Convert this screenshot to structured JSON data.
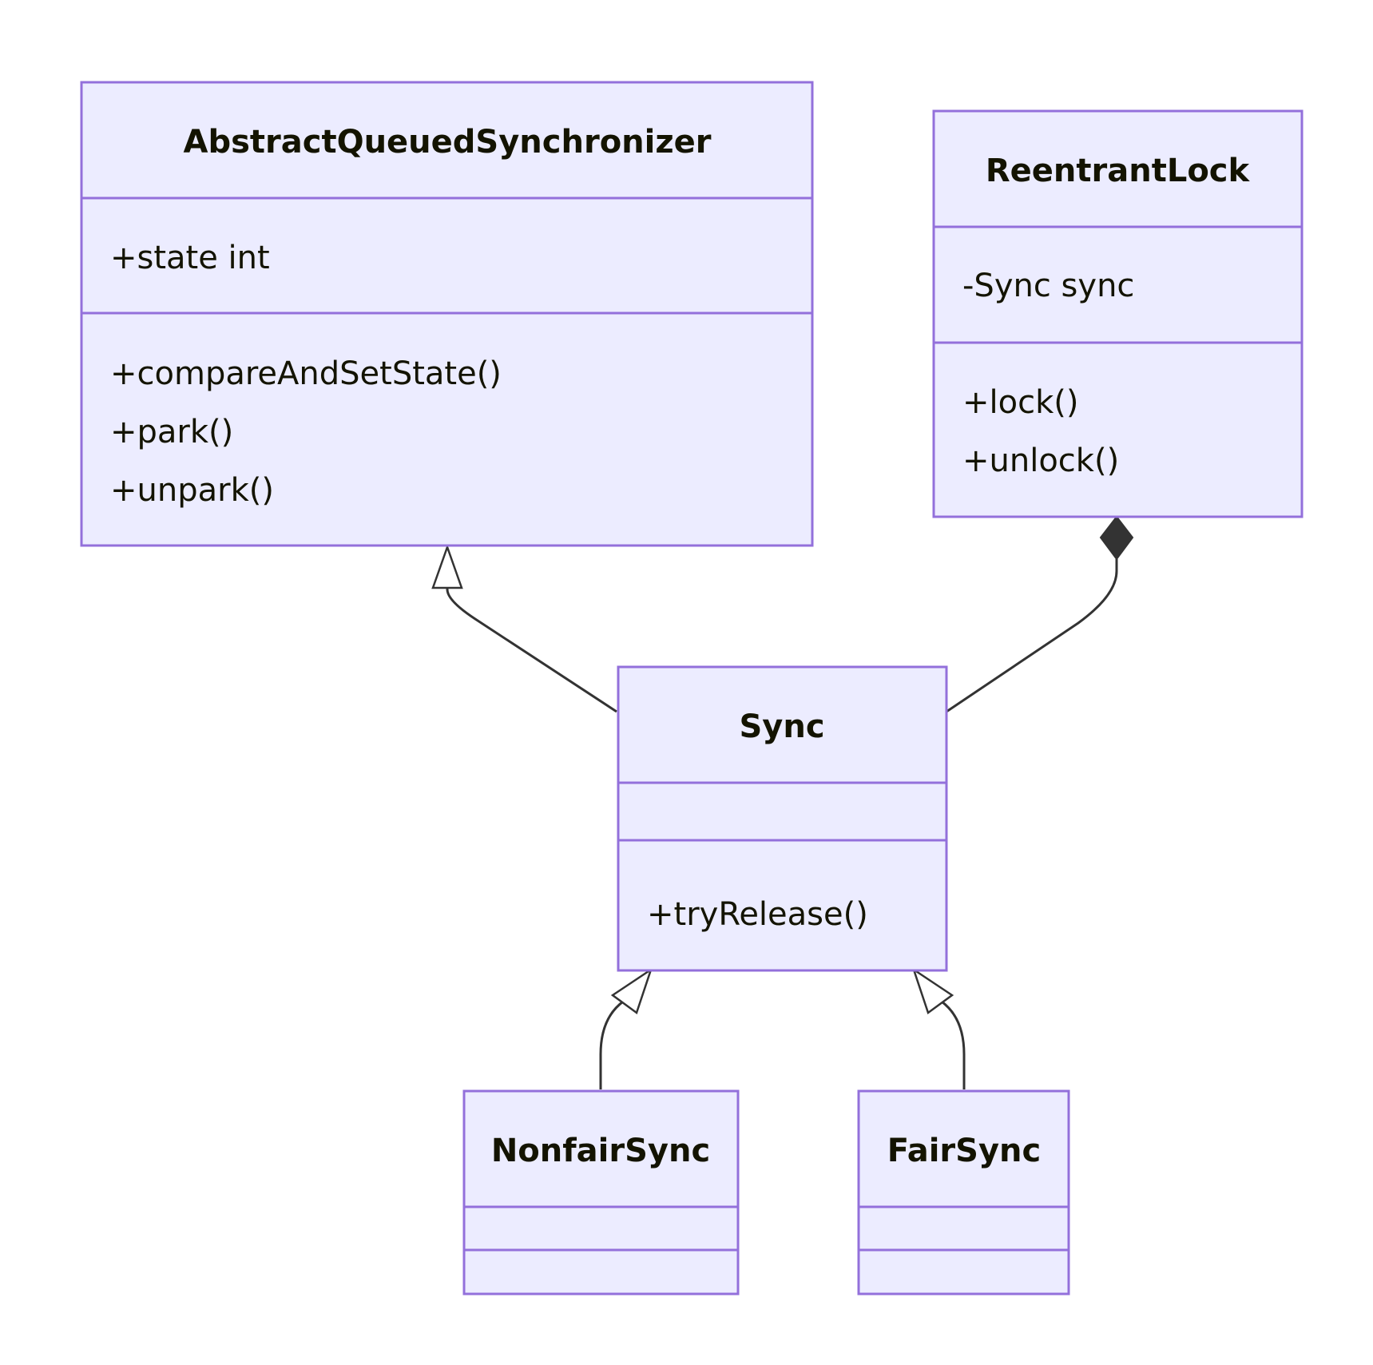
{
  "classes": {
    "aqs": {
      "name": "AbstractQueuedSynchronizer",
      "attributes": [
        "+state int"
      ],
      "methods": [
        "+compareAndSetState()",
        "+park()",
        "+unpark()"
      ]
    },
    "reentrant_lock": {
      "name": "ReentrantLock",
      "attributes": [
        "-Sync sync"
      ],
      "methods": [
        "+lock()",
        "+unlock()"
      ]
    },
    "sync": {
      "name": "Sync",
      "attributes": [],
      "methods": [
        "+tryRelease()"
      ]
    },
    "nonfair_sync": {
      "name": "NonfairSync",
      "attributes": [],
      "methods": []
    },
    "fair_sync": {
      "name": "FairSync",
      "attributes": [],
      "methods": []
    }
  },
  "relationships": [
    {
      "from": "sync",
      "to": "aqs",
      "type": "inheritance"
    },
    {
      "from": "sync",
      "to": "reentrant_lock",
      "type": "composition"
    },
    {
      "from": "nonfair_sync",
      "to": "sync",
      "type": "inheritance"
    },
    {
      "from": "fair_sync",
      "to": "sync",
      "type": "inheritance"
    }
  ],
  "colors": {
    "box_fill": "#ECECFF",
    "box_border": "#9370DB",
    "edge": "#333333",
    "text": "#131300"
  }
}
